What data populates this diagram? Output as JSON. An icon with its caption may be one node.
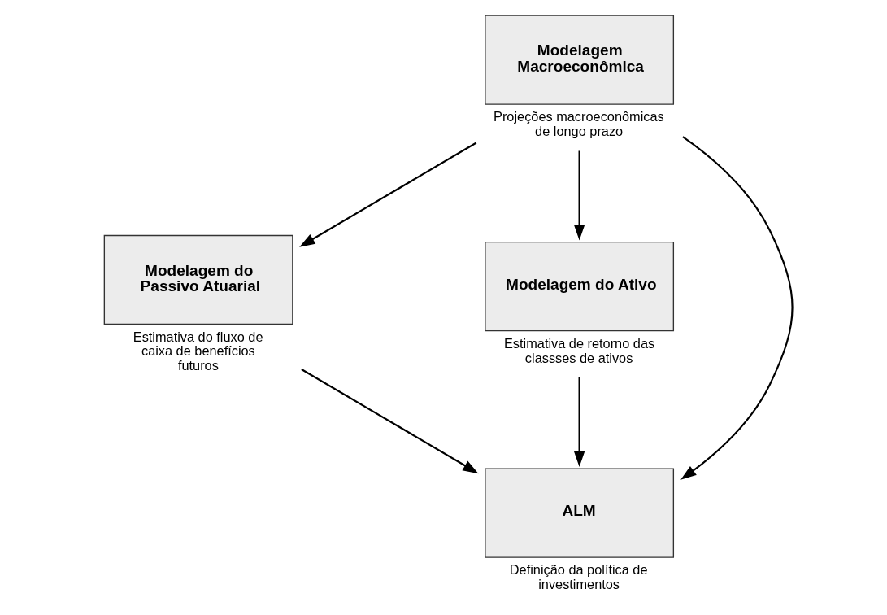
{
  "diagram": {
    "nodes": [
      {
        "text": [
          "Modelagem Macroeconômica"
        ],
        "beside": [
          "Projeções macroeconômicas de longo prazo"
        ]
      },
      {
        "text": [
          "Modelagem do Passivo Atuarial"
        ],
        "beside": [
          "Estimativa do fluxo de caixa de benefícios futuros"
        ]
      },
      {
        "text": [
          "Modelagem do Ativo"
        ],
        "beside": [
          "Estimativa de retorno das classses de ativos"
        ]
      },
      {
        "text": [
          "ALM"
        ],
        "beside": [
          "Definição da política de investimentos"
        ]
      }
    ],
    "edges": [
      {
        "from": 0,
        "to": 1,
        "arrow": "to"
      },
      {
        "from": 0,
        "to": 2,
        "arrow": "to"
      },
      {
        "from": 0,
        "to": 3,
        "arrow": "to"
      },
      {
        "from": 1,
        "to": 3,
        "arrow": "to"
      },
      {
        "from": 2,
        "to": 3,
        "arrow": "to"
      }
    ]
  }
}
